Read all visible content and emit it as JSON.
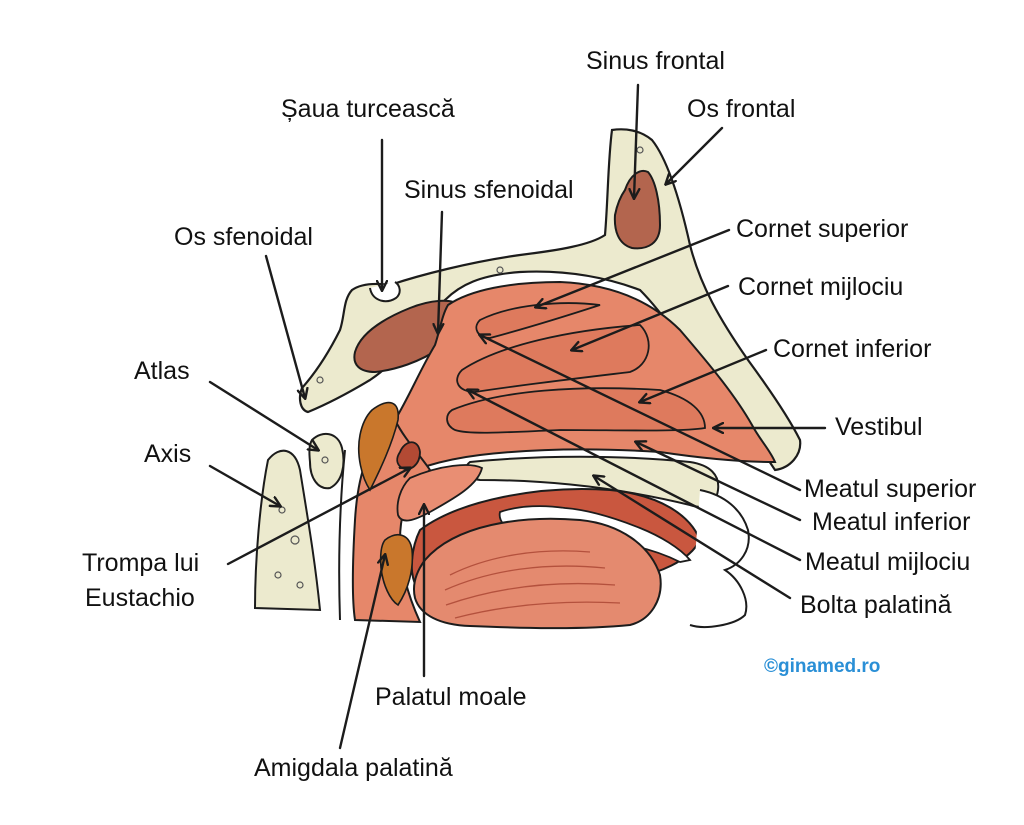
{
  "colors": {
    "bone": "#eceace",
    "flesh": "#e6876a",
    "flesh_dark": "#c9573f",
    "sinus": "#b3654e",
    "tongue": "#e48a6f",
    "adenoid": "#c9772c",
    "outline": "#1c1c1c",
    "copyright": "#2a8fd6"
  },
  "labels": {
    "sinus_frontal": "Sinus frontal",
    "os_frontal": "Os frontal",
    "saua_turceasca": "Șaua turcească",
    "sinus_sfenoidal": "Sinus sfenoidal",
    "os_sfenoidal": "Os sfenoidal",
    "cornet_superior": "Cornet superior",
    "cornet_mijlociu": "Cornet mijlociu",
    "cornet_inferior": "Cornet inferior",
    "vestibul": "Vestibul",
    "atlas": "Atlas",
    "axis": "Axis",
    "meatul_superior": "Meatul superior",
    "meatul_inferior": "Meatul inferior",
    "meatul_mijlociu": "Meatul mijlociu",
    "bolta_palatina": "Bolta palatină",
    "trompa_line1": "Trompa lui",
    "trompa_line2": "Eustachio",
    "palatul_moale": "Palatul moale",
    "amigdala_palatina": "Amigdala palatină"
  },
  "copyright": "©ginamed.ro"
}
